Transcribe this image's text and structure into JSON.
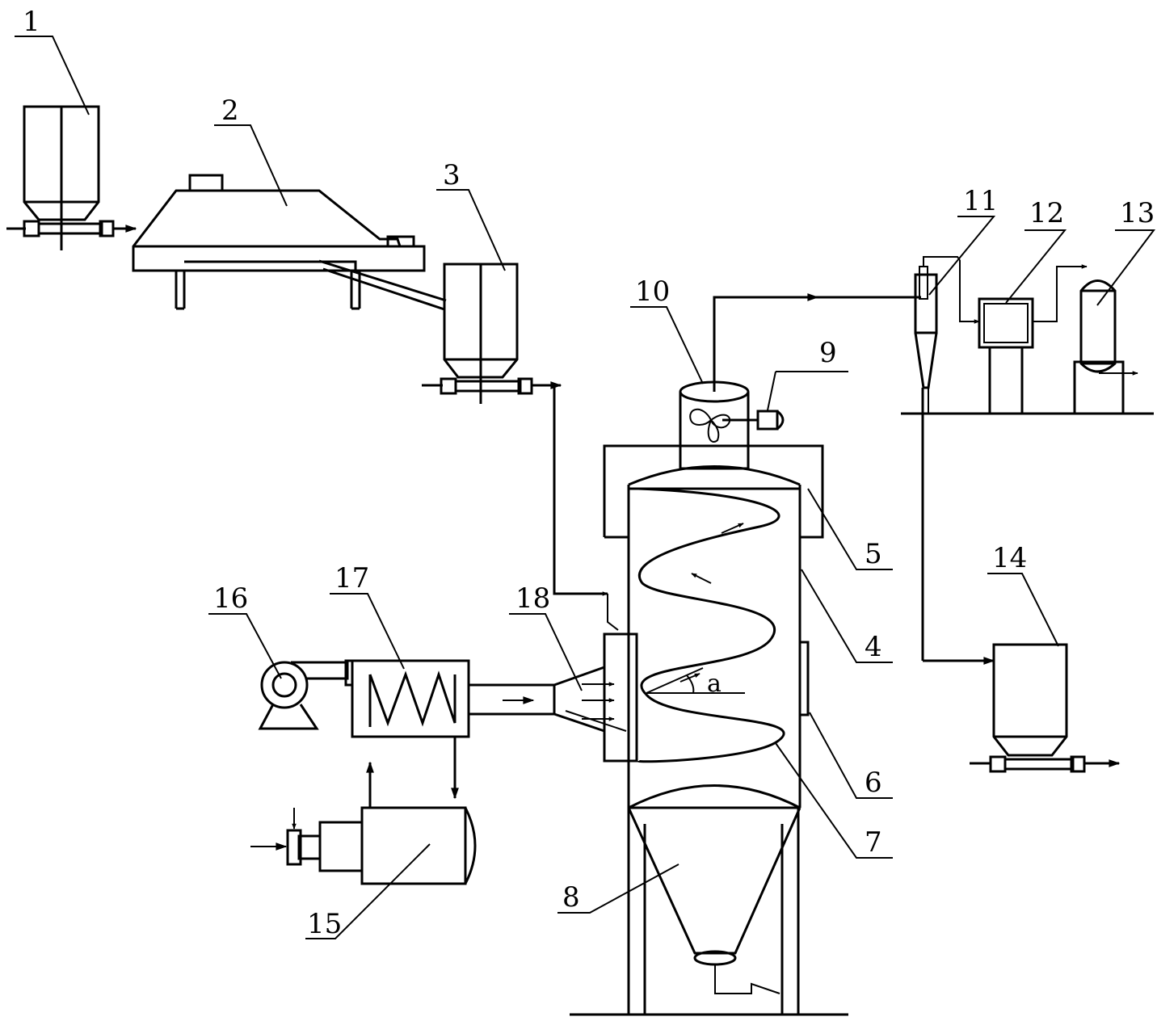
{
  "labels": {
    "l1": "1",
    "l2": "2",
    "l3": "3",
    "l4": "4",
    "l5": "5",
    "l6": "6",
    "l7": "7",
    "l8": "8",
    "l9": "9",
    "l10": "10",
    "l11": "11",
    "l12": "12",
    "l13": "13",
    "l14": "14",
    "l15": "15",
    "l16": "16",
    "l17": "17",
    "l18": "18",
    "angle": "a"
  }
}
